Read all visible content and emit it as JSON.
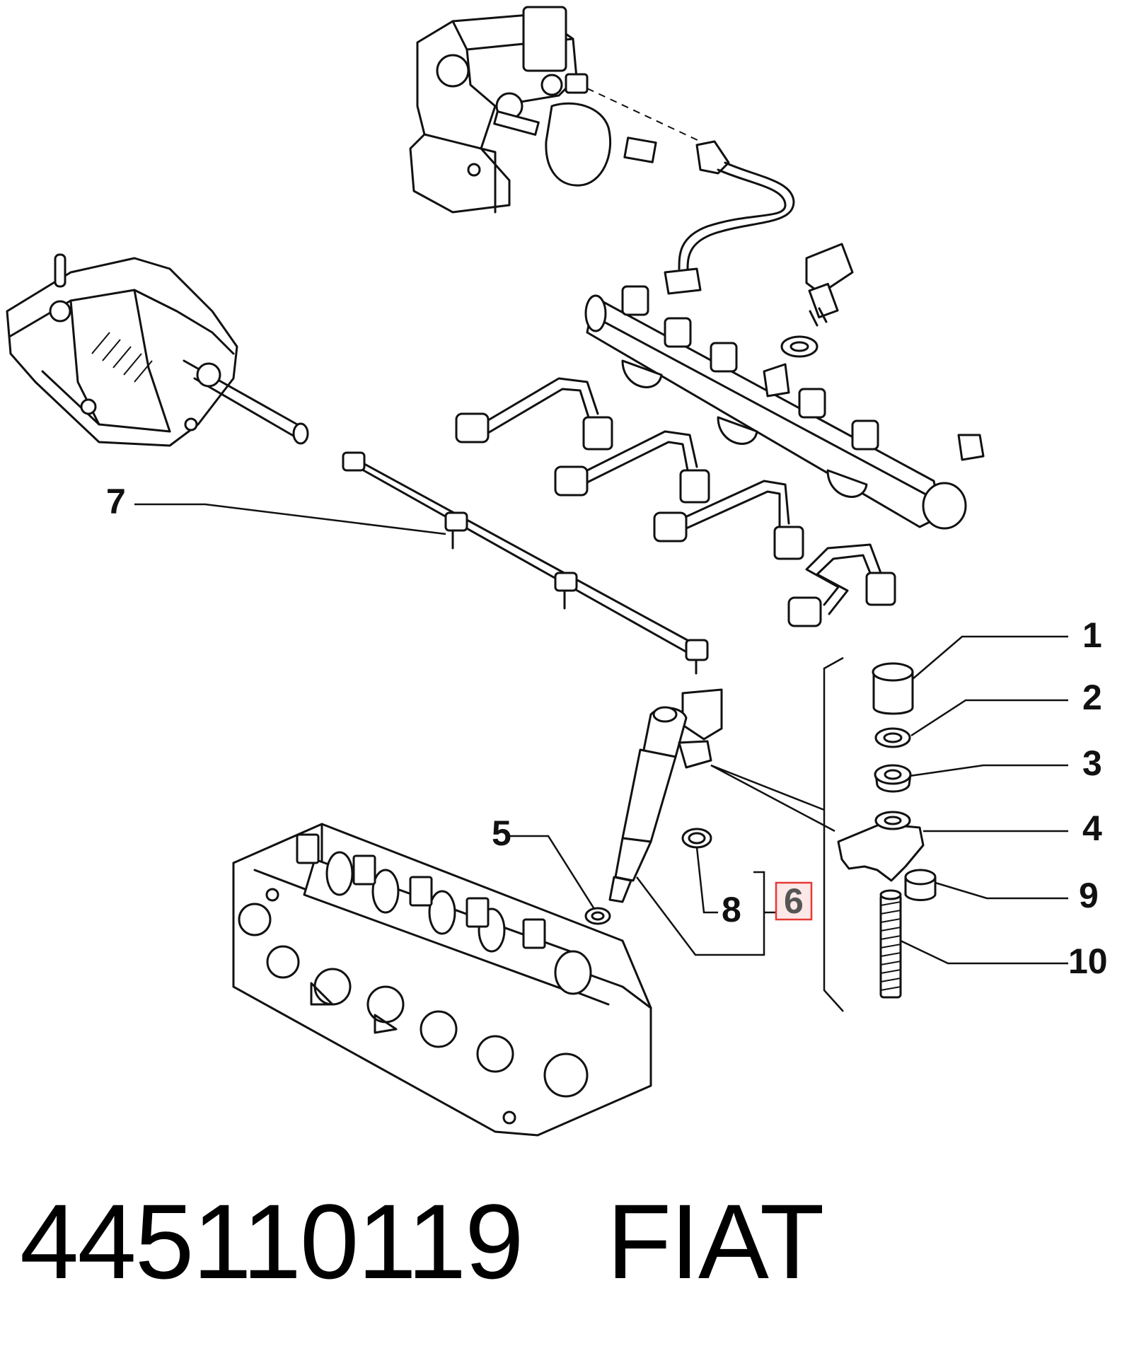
{
  "callouts": {
    "c1": "1",
    "c2": "2",
    "c3": "3",
    "c4": "4",
    "c5": "5",
    "c6": "6",
    "c7": "7",
    "c8": "8",
    "c9": "9",
    "c10": "10"
  },
  "highlight_color": "#e53935",
  "caption": {
    "part_number": "445110119",
    "brand": "FIAT"
  }
}
